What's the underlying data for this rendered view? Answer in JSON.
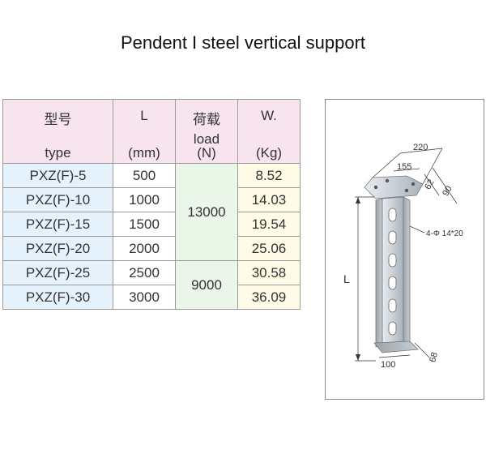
{
  "title": "Pendent I steel vertical support",
  "table": {
    "headers": [
      {
        "top": "型号",
        "bottom": "type"
      },
      {
        "top": "L",
        "bottom": "(mm)"
      },
      {
        "top": "荷载",
        "mid1": "load",
        "mid2": "(N)"
      },
      {
        "top": "W.",
        "bottom": "(Kg)"
      }
    ],
    "rows": [
      {
        "type": "PXZ(F)-5",
        "length": "500",
        "weight": "8.52"
      },
      {
        "type": "PXZ(F)-10",
        "length": "1000",
        "weight": "14.03"
      },
      {
        "type": "PXZ(F)-15",
        "length": "1500",
        "weight": "19.54"
      },
      {
        "type": "PXZ(F)-20",
        "length": "2000",
        "weight": "25.06"
      },
      {
        "type": "PXZ(F)-25",
        "length": "2500",
        "weight": "30.58"
      },
      {
        "type": "PXZ(F)-30",
        "length": "3000",
        "weight": "36.09"
      }
    ],
    "loads": [
      "13000",
      "9000"
    ]
  },
  "drawing": {
    "dim_top_width": "220",
    "dim_inner_width": "155",
    "dim_side_62": "62",
    "dim_side_90": "90",
    "hole_note": "4-Φ 14*20",
    "length_label": "L",
    "dim_base_100": "100",
    "dim_base_68": "68"
  }
}
